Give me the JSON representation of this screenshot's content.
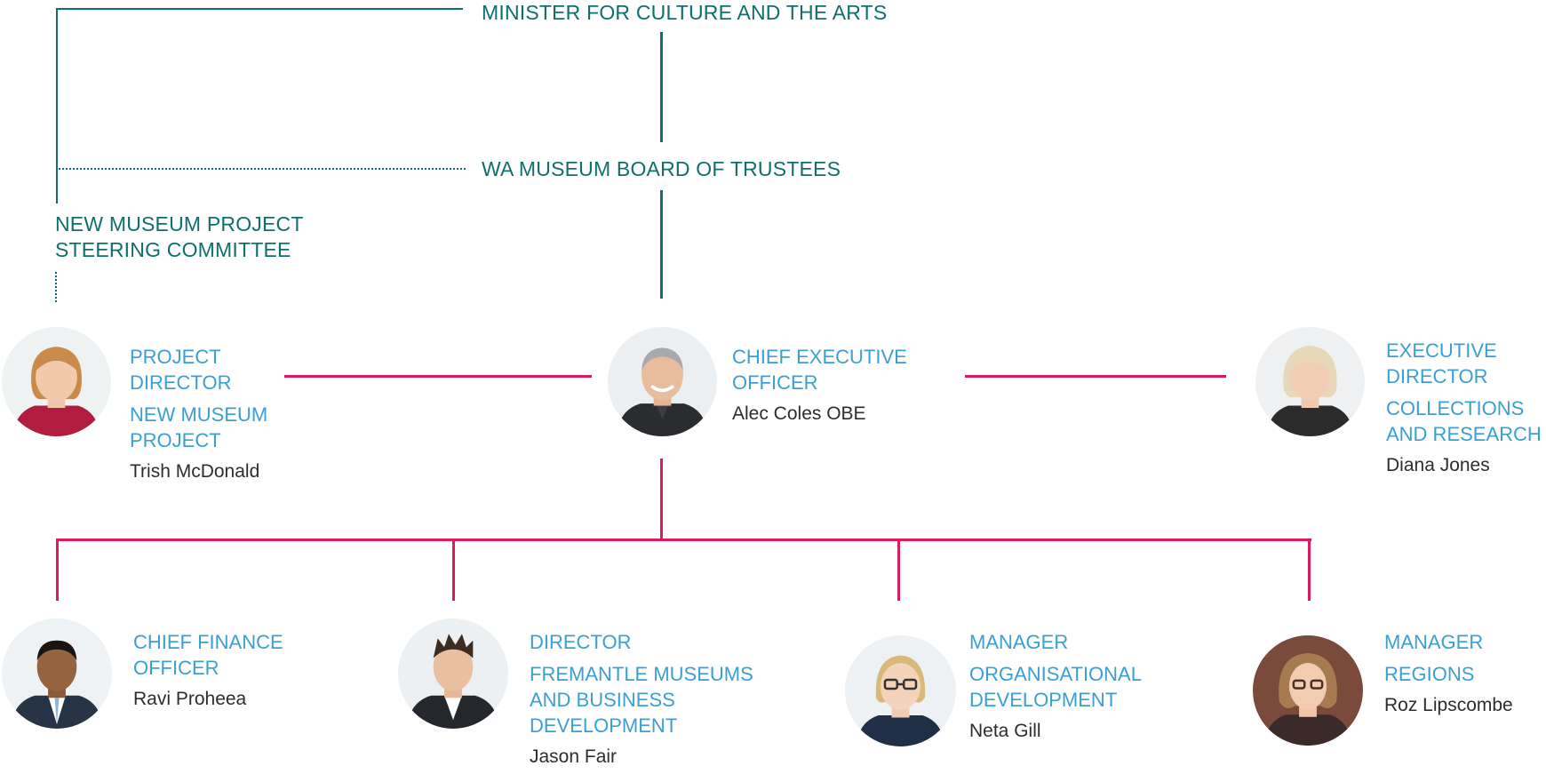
{
  "colors": {
    "governance": "#0e6f6c",
    "reporting_line": "#e0195a",
    "role_title": "#3b9fd4",
    "person_name": "#2d2d2d"
  },
  "governance": {
    "minister": "MINISTER FOR CULTURE AND THE ARTS",
    "board": "WA MUSEUM BOARD OF TRUSTEES",
    "steering_committee": [
      "NEW MUSEUM PROJECT",
      "STEERING COMMITTEE"
    ]
  },
  "positions": {
    "project_director": {
      "title": [
        "PROJECT",
        "DIRECTOR"
      ],
      "unit": [
        "NEW MUSEUM",
        "PROJECT"
      ],
      "name": "Trish McDonald"
    },
    "ceo": {
      "title": [
        "CHIEF EXECUTIVE",
        "OFFICER"
      ],
      "name": "Alec Coles OBE"
    },
    "executive_director": {
      "title": [
        "EXECUTIVE",
        "DIRECTOR"
      ],
      "unit": [
        "COLLECTIONS",
        "AND RESEARCH"
      ],
      "name": "Diana Jones"
    },
    "cfo": {
      "title": [
        "CHIEF FINANCE",
        "OFFICER"
      ],
      "name": "Ravi Proheea"
    },
    "director_fremantle": {
      "title": [
        "DIRECTOR"
      ],
      "unit": [
        "FREMANTLE MUSEUMS",
        "AND BUSINESS",
        "DEVELOPMENT"
      ],
      "name": "Jason Fair"
    },
    "manager_od": {
      "title": [
        "MANAGER"
      ],
      "unit": [
        "ORGANISATIONAL",
        "DEVELOPMENT"
      ],
      "name": "Neta Gill"
    },
    "manager_regions": {
      "title": [
        "MANAGER"
      ],
      "unit": [
        "REGIONS"
      ],
      "name": "Roz Lipscombe"
    }
  }
}
